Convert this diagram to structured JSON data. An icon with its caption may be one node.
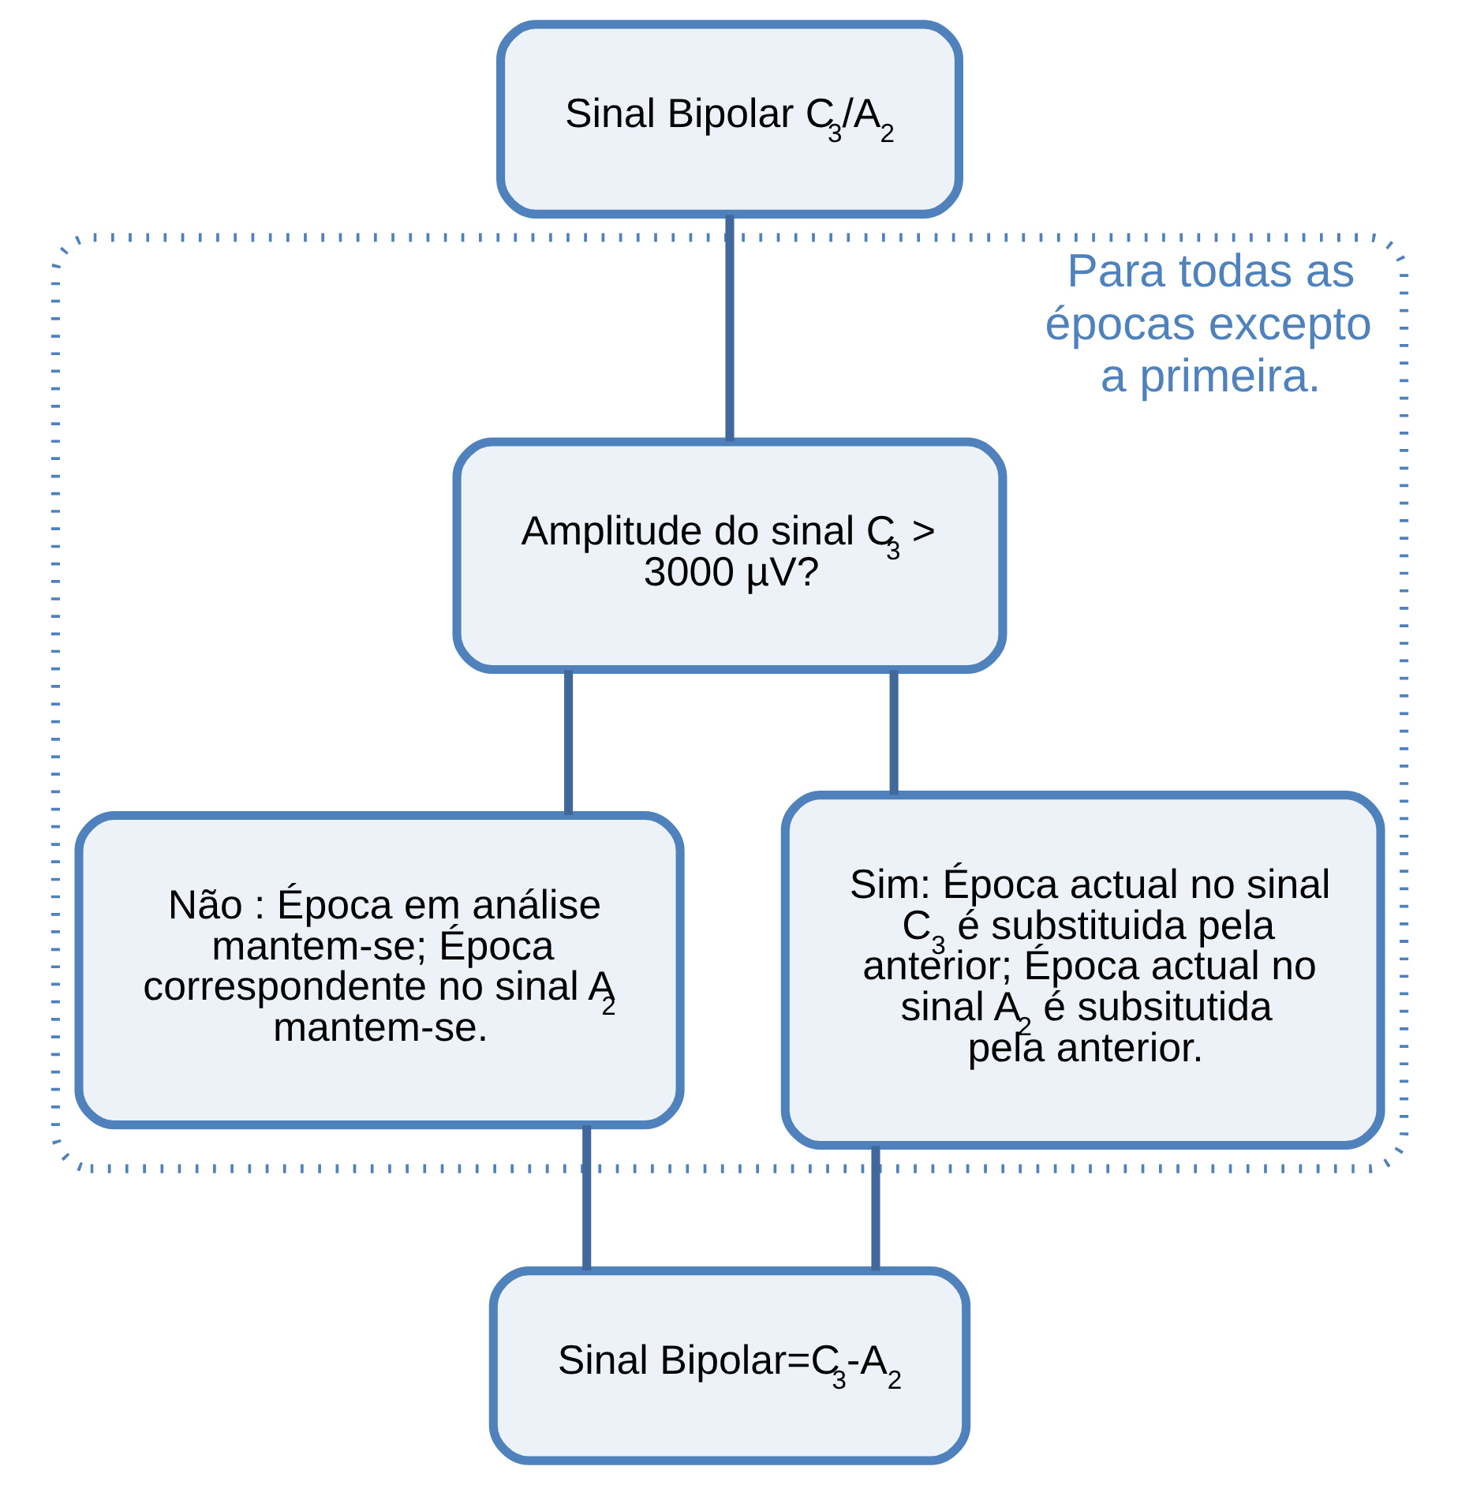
{
  "diagram": {
    "nodes": [
      {
        "text": [
          "Sinal Bipolar C$_{3}$/A$_{2}$"
        ]
      },
      {
        "text": [
          "Para todas as épocas excepto a primeira."
        ]
      },
      {
        "text": [
          "Amplitude do sinal C$_{3}$ > 3000 µV?"
        ],
        "in": 1
      },
      {
        "text": [
          "Não : Época em análise mantem-se; Época correspondente no sinal A$_{2}$ mantem-se."
        ],
        "in": 1
      },
      {
        "text": [
          "Sim: Época actual no sinal C$_{3}$ é substituida pela anterior; Época actual no sinal A$_{2}$ é subsitutida pela anterior."
        ],
        "in": 1
      },
      {
        "text": [
          "Sinal Bipolar=C$_{3}$-A$_{2}$"
        ]
      }
    ],
    "edges": [
      {
        "from": 0,
        "to": 2,
        "arrow": "none"
      },
      {
        "from": 2,
        "to": 3,
        "arrow": "none"
      },
      {
        "from": 2,
        "to": 4,
        "arrow": "none"
      },
      {
        "from": 3,
        "to": 5,
        "arrow": "none"
      },
      {
        "from": 4,
        "to": 5,
        "arrow": "none"
      }
    ]
  }
}
